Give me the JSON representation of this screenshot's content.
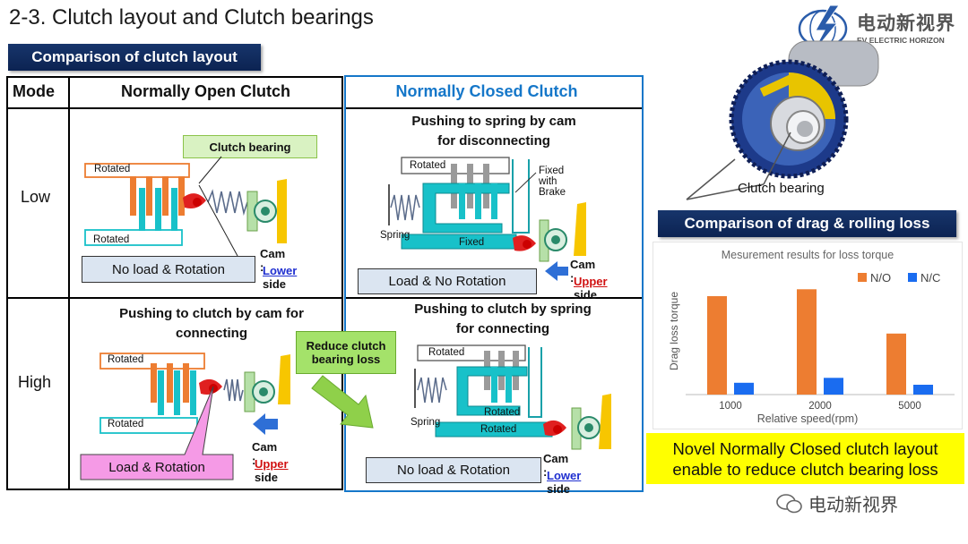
{
  "title": "2-3. Clutch layout and Clutch bearings",
  "logo": {
    "cn": "电动新视界",
    "en": "EV ELECTRIC HORIZON"
  },
  "section_layout": "Comparison of clutch layout",
  "table": {
    "col_mode": "Mode",
    "col_no": "Normally Open Clutch",
    "col_nc": "Normally Closed Clutch",
    "row_low": "Low",
    "row_high": "High"
  },
  "low_no": {
    "callout": "Clutch bearing",
    "rot_top": "Rotated",
    "rot_bottom": "Rotated",
    "status": "No load & Rotation",
    "cam_label": "Cam :",
    "cam_side": "Lower",
    "side": "side"
  },
  "low_nc": {
    "heading_1": "Pushing to spring by cam",
    "heading_2": "for disconnecting",
    "rotated": "Rotated",
    "fixed_brake": "Fixed with Brake",
    "spring": "Spring",
    "fixed": "Fixed",
    "status": "Load & No Rotation",
    "cam_label": "Cam :",
    "cam_side": "Upper",
    "side": "side"
  },
  "high_no": {
    "heading_1": "Pushing to clutch by cam for",
    "heading_2": "connecting",
    "rot_top": "Rotated",
    "rot_bottom": "Rotated",
    "status": "Load & Rotation",
    "cam_label": "Cam :",
    "cam_side": "Upper",
    "side": "side"
  },
  "reduce_box": {
    "line1": "Reduce clutch",
    "line2": "bearing loss"
  },
  "high_nc": {
    "heading_1": "Pushing to clutch by spring",
    "heading_2": "for connecting",
    "rotated": "Rotated",
    "spring": "Spring",
    "rotated_inner": "Rotated",
    "rotated_base": "Rotated",
    "status": "No load & Rotation",
    "cam_label": "Cam :",
    "cam_side": "Lower",
    "side": "side"
  },
  "bearing_image_label": "Clutch bearing",
  "section_drag": "Comparison of drag & rolling loss",
  "chart_data": {
    "type": "bar",
    "title": "Mesurement results for loss torque",
    "xlabel": "Relative speed(rpm)",
    "ylabel": "Drag loss torque",
    "categories": [
      "1000",
      "2000",
      "5000"
    ],
    "series": [
      {
        "name": "N/O",
        "color": "#ed7d31",
        "values": [
          1.0,
          1.07,
          0.62
        ]
      },
      {
        "name": "N/C",
        "color": "#1a6cf0",
        "values": [
          0.12,
          0.17,
          0.1
        ]
      }
    ],
    "ylim": [
      0,
      1.2
    ],
    "grid": false,
    "legend": "top-right"
  },
  "conclusion": {
    "line1": "Novel Normally Closed clutch layout",
    "line2": "enable to reduce clutch bearing loss"
  },
  "watermark": "电动新视界",
  "colors": {
    "band": "#17356b",
    "nc_blue": "#1577c9",
    "orange": "#ed7d31",
    "teal": "#18c1c9",
    "yellow_bg": "#ffff00"
  }
}
